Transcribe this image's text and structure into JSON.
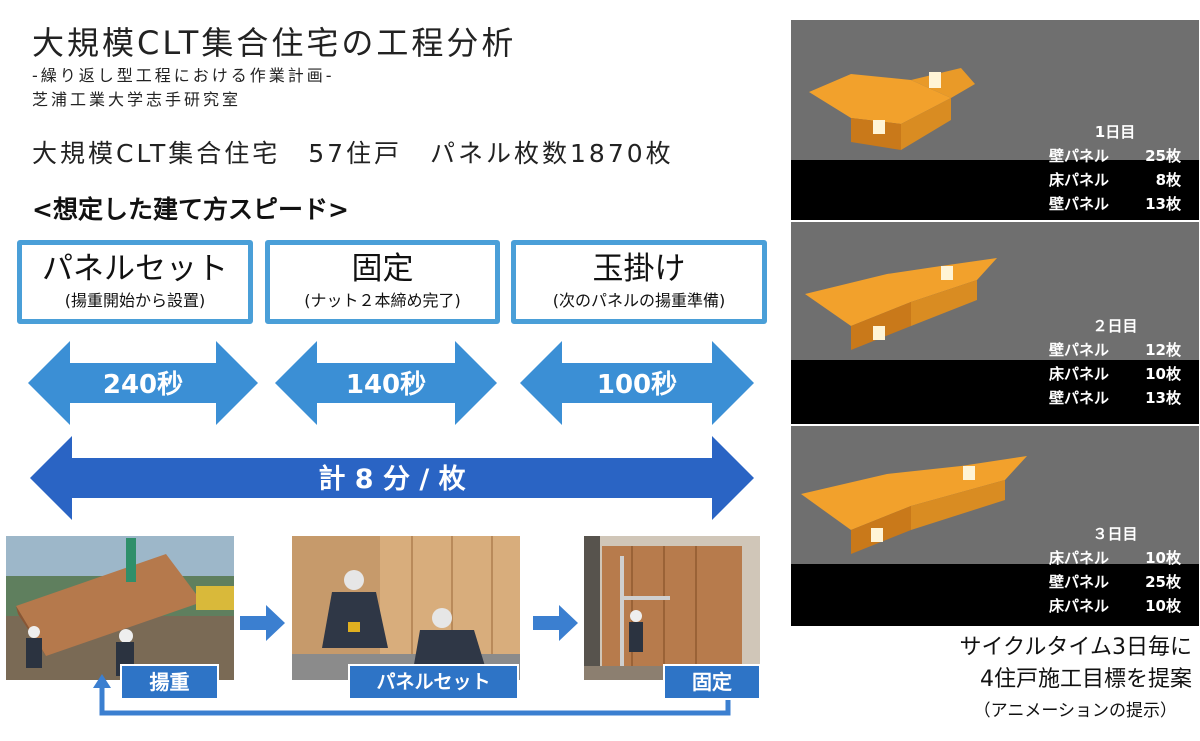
{
  "header": {
    "title": "大規模CLT集合住宅の工程分析",
    "subtitle": "-繰り返し型工程における作業計画-",
    "lab": "芝浦工業大学志手研究室"
  },
  "summary": "大規模CLT集合住宅　57住戸　パネル枚数1870枚",
  "speed_heading": "<想定した建て方スピード>",
  "stages": [
    {
      "title": "パネルセット",
      "sub": "(揚重開始から設置)",
      "time": "240秒"
    },
    {
      "title": "固定",
      "sub": "(ナット２本締め完了)",
      "time": "140秒"
    },
    {
      "title": "玉掛け",
      "sub": "(次のパネルの揚重準備)",
      "time": "100秒"
    }
  ],
  "total": "計 8 分 / 枚",
  "photos": [
    {
      "label": "揚重"
    },
    {
      "label": "パネルセット"
    },
    {
      "label": "固定"
    }
  ],
  "days": [
    {
      "day": "1日目",
      "rows": [
        [
          "壁パネル",
          "25枚"
        ],
        [
          "床パネル",
          "8枚"
        ],
        [
          "壁パネル",
          "13枚"
        ]
      ]
    },
    {
      "day": "２日目",
      "rows": [
        [
          "壁パネル",
          "12枚"
        ],
        [
          "床パネル",
          "10枚"
        ],
        [
          "壁パネル",
          "13枚"
        ]
      ]
    },
    {
      "day": "３日目",
      "rows": [
        [
          "床パネル",
          "10枚"
        ],
        [
          "壁パネル",
          "25枚"
        ],
        [
          "床パネル",
          "10枚"
        ]
      ]
    }
  ],
  "caption": {
    "line1": "サイクルタイム3日毎に",
    "line2": "4住戸施工目標を提案",
    "line3": "（アニメーションの提示）"
  },
  "colors": {
    "stage_border": "#4a9fd8",
    "arrow_light": "#3b8fd5",
    "arrow_dark": "#2a64c4",
    "tag": "#2e74c6",
    "panel_bg": "#6f6f6f",
    "model": "#f2a12c"
  }
}
